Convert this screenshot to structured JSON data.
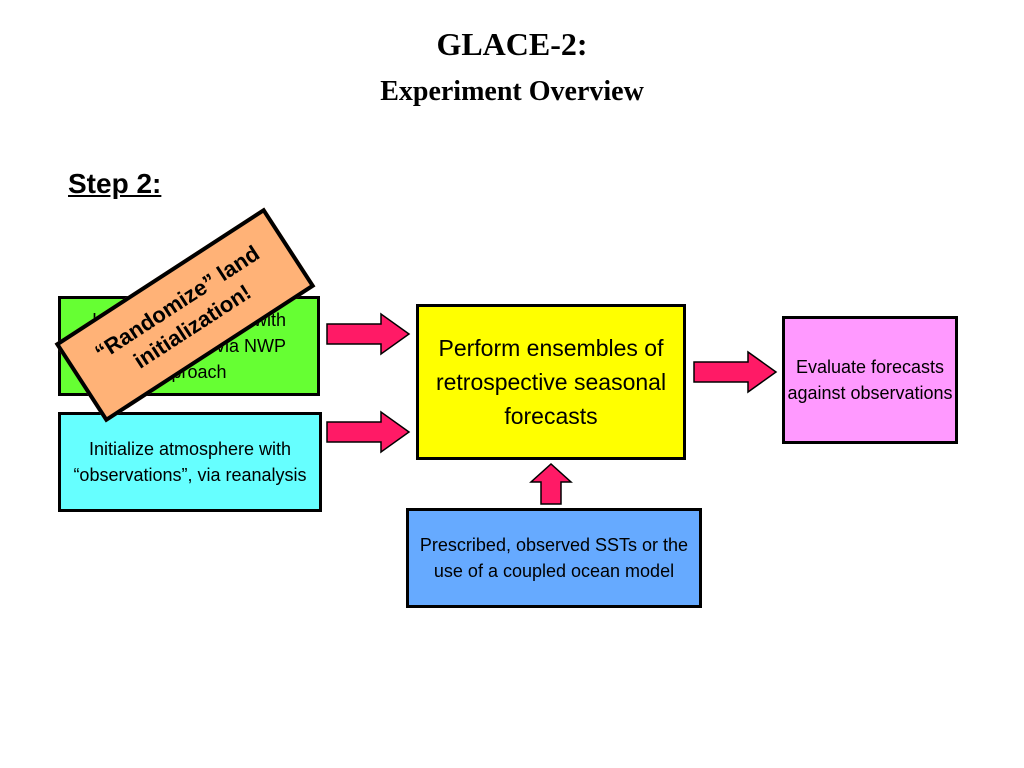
{
  "title": "GLACE-2:",
  "subtitle": "Experiment Overview",
  "step": "Step 2:",
  "boxes": {
    "land": "Initialize land states with “observations”, via NWP approach",
    "atmosphere": "Initialize atmosphere with “observations”, via reanalysis",
    "perform": "Perform ensembles of retrospective seasonal forecasts",
    "evaluate": "Evaluate forecasts against observations",
    "sst": "Prescribed, observed SSTs or the use of a coupled ocean model"
  },
  "overlay": {
    "line1": "“Randomize” land",
    "line2": "initialization!"
  },
  "colors": {
    "land_box": "#66ff33",
    "atmosphere_box": "#66ffff",
    "perform_box": "#ffff00",
    "evaluate_box": "#ff99ff",
    "sst_box": "#66aaff",
    "overlay_box": "#ffb277",
    "arrow": "#ff1a66"
  }
}
